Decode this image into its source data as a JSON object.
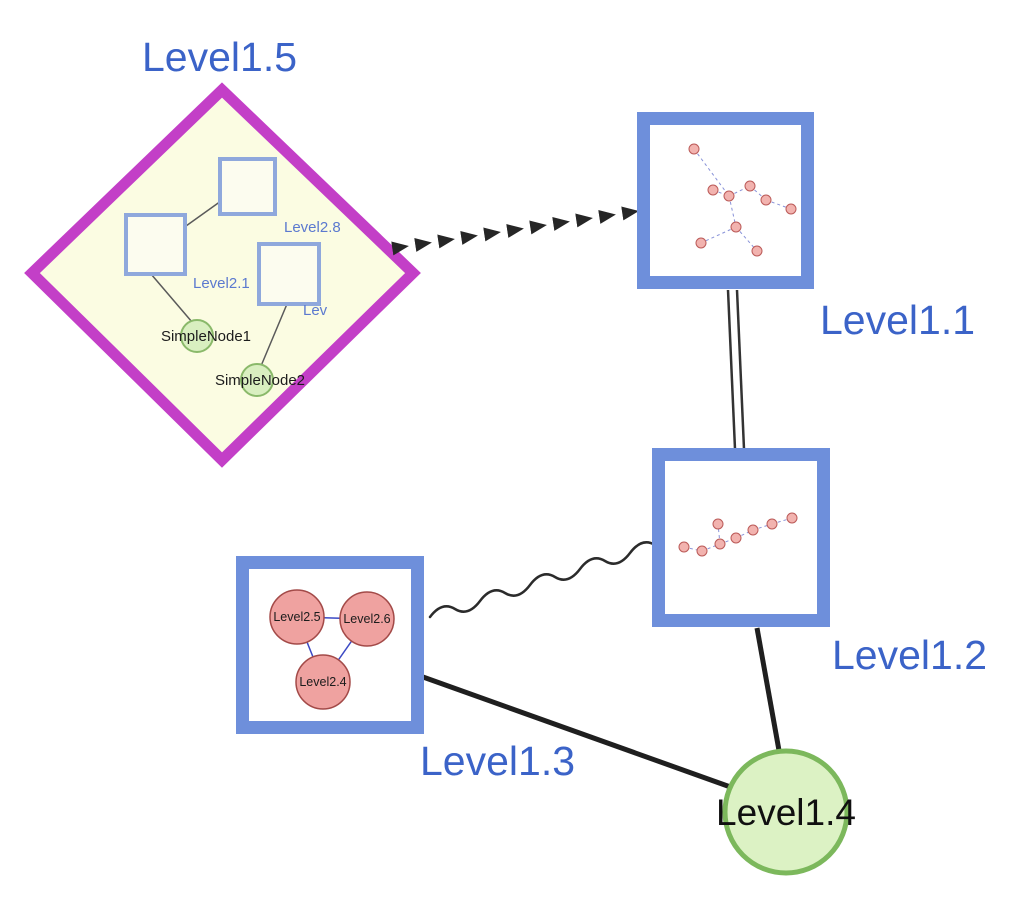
{
  "diagram": {
    "nodes": [
      {
        "id": "level1-5",
        "label": "Level1.5",
        "shape": "diamond-group"
      },
      {
        "id": "level1-1",
        "label": "Level1.1",
        "shape": "square-group"
      },
      {
        "id": "level1-2",
        "label": "Level1.2",
        "shape": "square-group"
      },
      {
        "id": "level1-3",
        "label": "Level1.3",
        "shape": "square-group"
      },
      {
        "id": "level1-4",
        "label": "Level1.4",
        "shape": "circle"
      }
    ],
    "level1_5_children": {
      "squares": [
        {
          "label": "Level2.8"
        },
        {
          "label": "Level2.1"
        },
        {
          "label": "Lev"
        }
      ],
      "circles": [
        {
          "label": "SimpleNode1"
        },
        {
          "label": "SimpleNode2"
        }
      ]
    },
    "level1_3_children": [
      {
        "label": "Level2.5"
      },
      {
        "label": "Level2.6"
      },
      {
        "label": "Level2.4"
      }
    ],
    "edges": [
      {
        "from": "Level1.5",
        "to": "Level1.1",
        "style": "thick-dashed-arrow"
      },
      {
        "from": "Level1.1",
        "to": "Level1.2",
        "style": "double-line"
      },
      {
        "from": "Level1.3",
        "to": "Level1.2",
        "style": "wavy"
      },
      {
        "from": "Level1.3",
        "to": "Level1.4",
        "style": "thick-solid"
      },
      {
        "from": "Level1.2",
        "to": "Level1.4",
        "style": "thick-solid"
      }
    ],
    "colors": {
      "label_blue": "#3b63c8",
      "small_label_blue": "#5b79cf",
      "diamond_border": "#c33fc7",
      "diamond_fill": "#fbfce2",
      "box_border": "#6e8fdb",
      "inner_box_border": "#8fa8dc",
      "green_fill": "#dcf2c4",
      "green_border": "#84ba60",
      "pink_fill": "#efa2a0",
      "pink_border": "#a34a48",
      "subgraph_dot_fill": "#f2b3af",
      "subgraph_dot_border": "#bb5a58",
      "subgraph_edge_blue": "#8892d8",
      "triangle_edge_blue": "#3b49c4",
      "edge_black": "#262626",
      "background": "#ffffff"
    }
  }
}
